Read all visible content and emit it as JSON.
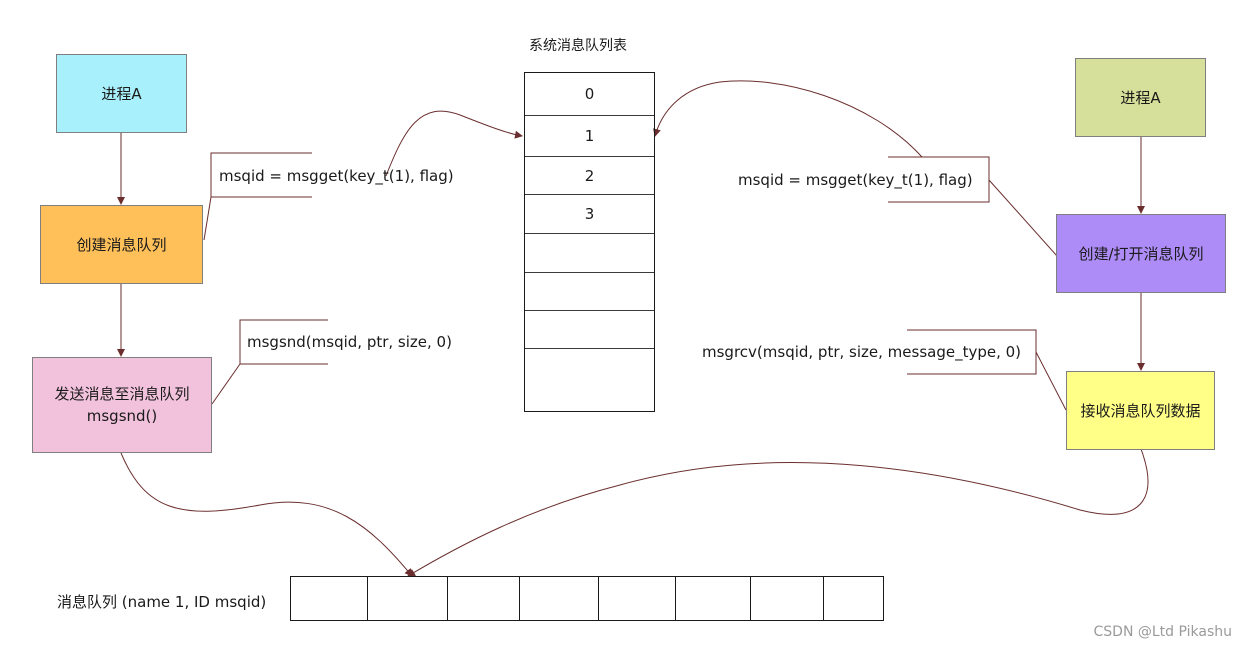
{
  "colors": {
    "process_a_left": "#a8f0fb",
    "create_queue": "#ffc05a",
    "send_queue": "#f2c2dd",
    "process_a_right": "#d6e09a",
    "create_open_queue": "#ad8cf7",
    "receive_queue": "#ffff88",
    "connector": "#6b2e2e"
  },
  "left": {
    "process": "进程A",
    "create": "创建消息队列",
    "send_line1": "发送消息至消息队列",
    "send_line2": "msgsnd()",
    "msgget_note": "msqid = msgget(key_t(1), flag)",
    "msgsnd_note": "msgsnd(msqid, ptr, size, 0)"
  },
  "right": {
    "process": "进程A",
    "create_open": "创建/打开消息队列",
    "receive": "接收消息队列数据",
    "msgget_note": "msqid = msgget(key_t(1), flag)",
    "msgrcv_note": "msgrcv(msqid, ptr, size, message_type, 0)"
  },
  "system_table": {
    "title": "系统消息队列表",
    "rows": [
      "0",
      "1",
      "2",
      "3",
      "",
      "",
      "",
      ""
    ]
  },
  "message_queue": {
    "label": "消息队列 (name 1, ID msqid)",
    "cells": [
      "",
      "",
      "",
      "",
      "",
      "",
      "",
      ""
    ]
  },
  "watermark": "CSDN @Ltd Pikashu"
}
